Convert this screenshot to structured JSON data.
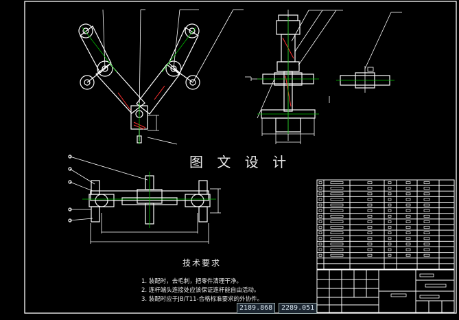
{
  "drawing": {
    "watermark": "图 文 设 计",
    "technical_requirements": {
      "title": "技术要求",
      "notes": [
        "1. 装配时，去毛刺，把零件清理干净。",
        "2. 连杆端头连接处应该保证连杆能自由活动。",
        "3. 装配时应于JB/T11-合格标准要求的外协件。"
      ]
    }
  },
  "status_bar": {
    "coord_x": "2189.868",
    "coord_y": "2289.051"
  },
  "colors": {
    "background": "#000000",
    "lines": "#ffffff",
    "highlight": "#ff3030",
    "dim_green": "#00c000",
    "frame": "#ffffff"
  }
}
